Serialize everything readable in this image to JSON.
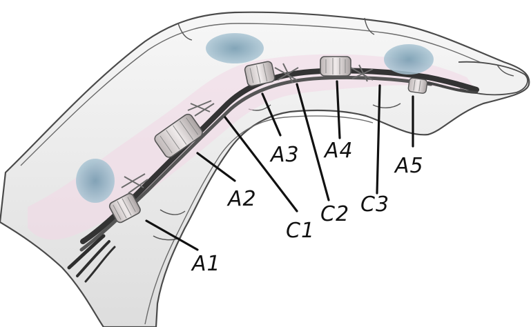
{
  "labels": {
    "A1": "A1",
    "A2": "A2",
    "A3": "A3",
    "A4": "A4",
    "A5": "A5",
    "C1": "C1",
    "C2": "C2",
    "C3": "C3"
  },
  "colors": {
    "background": "#ffffff",
    "outline": "#4a4a4a",
    "skin": "#eeeeee",
    "annular_pulley": "#d9d3d3",
    "joint_capsule": "#8fb1c4",
    "sheath_tint": "#f3d7e6",
    "tendon": "#3a3a3a",
    "leader_line": "#111111"
  }
}
